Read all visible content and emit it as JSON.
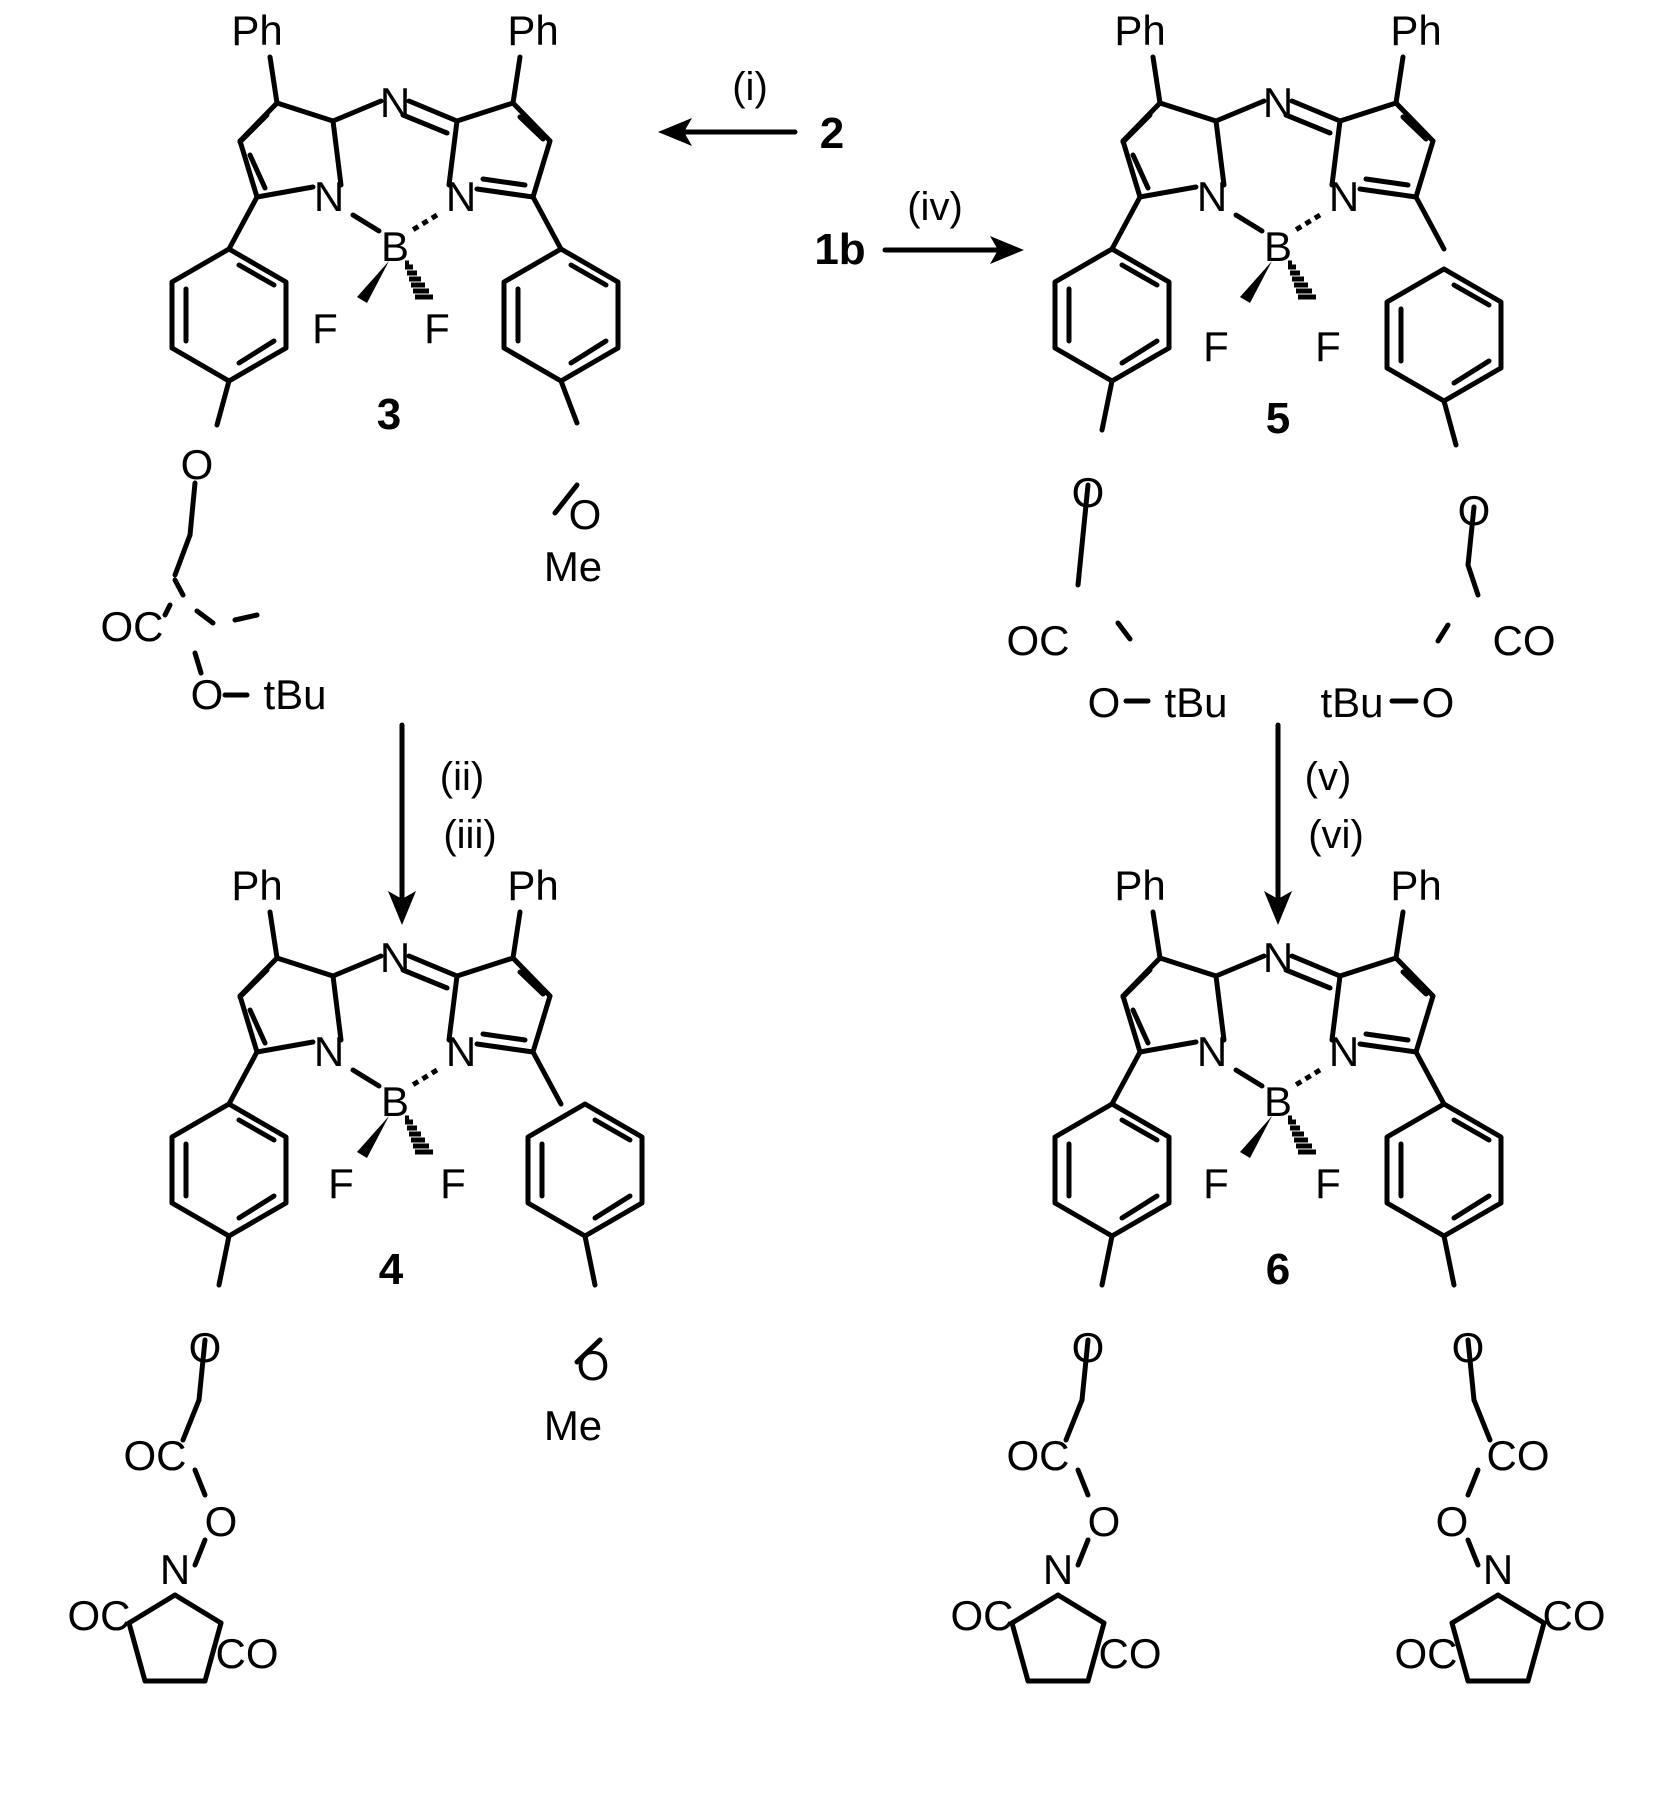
{
  "scheme": {
    "compounds": {
      "c3": {
        "id": "3",
        "ph": "Ph",
        "n_bridge": "N",
        "n": "N",
        "b": "B",
        "f": "F",
        "o": "O",
        "oc": "OC",
        "ester_group": "tBu",
        "meo": "Me"
      },
      "c5": {
        "id": "5",
        "ph": "Ph",
        "n_bridge": "N",
        "n": "N",
        "b": "B",
        "f": "F",
        "o": "O",
        "oc": "OC",
        "co": "CO",
        "ester_group": "tBu"
      },
      "c4": {
        "id": "4",
        "ph": "Ph",
        "n_bridge": "N",
        "n": "N",
        "b": "B",
        "f": "F",
        "o": "O",
        "oc": "OC",
        "co": "CO",
        "meo": "Me"
      },
      "c6": {
        "id": "6",
        "ph": "Ph",
        "n_bridge": "N",
        "n": "N",
        "b": "B",
        "f": "F",
        "o": "O",
        "oc": "OC",
        "co": "CO"
      }
    },
    "reactants": {
      "r2": "2",
      "r1b": "1b"
    },
    "conditions": {
      "step_i": "(i)",
      "step_ii": "(ii)",
      "step_iii": "(iii)",
      "step_iv": "(iv)",
      "step_v": "(v)",
      "step_vi": "(vi)"
    }
  }
}
